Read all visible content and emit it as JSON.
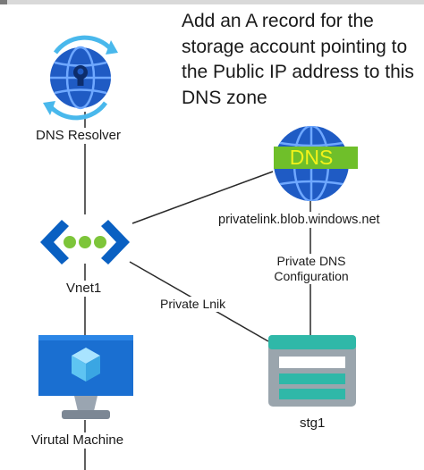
{
  "note": "Add an A record for the storage account pointing to the Public IP address to this DNS zone",
  "nodes": {
    "dns_resolver": {
      "label": "DNS Resolver",
      "icon": "dns-resolver-globe-icon"
    },
    "private_dns_zone": {
      "label": "privatelink.blob.windows.net",
      "badge": "DNS",
      "icon": "private-dns-zone-globe-icon"
    },
    "vnet": {
      "label": "Vnet1",
      "icon": "virtual-network-icon"
    },
    "storage": {
      "label": "stg1",
      "icon": "storage-account-icon"
    },
    "vm": {
      "label": "Virutal Machine",
      "icon": "virtual-machine-monitor-icon"
    }
  },
  "edges": {
    "private_dns_config": {
      "line1": "Private DNS",
      "line2": "Configuration"
    },
    "private_link": {
      "label": "Private Lnik"
    }
  },
  "colors": {
    "azure_blue": "#0a60c2",
    "globe_blue": "#1f5bc4",
    "dns_band_green": "#6fbf2a",
    "dns_text_yellow": "#f2f21a",
    "vnet_dots_green": "#7dc53a",
    "storage_teal": "#2fb8a8",
    "line_dark": "#2a2a2a"
  }
}
